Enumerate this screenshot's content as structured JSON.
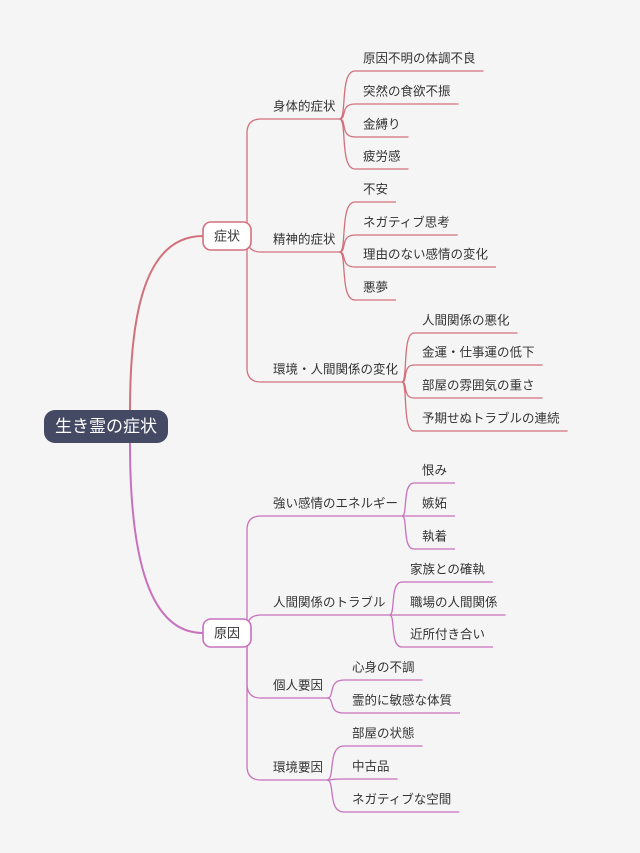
{
  "root": "生き霊の症状",
  "colors": {
    "background": "#f5f5f5",
    "root_fill": "#454a64",
    "symptoms_branch": "#d2707c",
    "causes_branch": "#c872bd"
  },
  "branches": [
    {
      "label": "症状",
      "children": [
        {
          "label": "身体的症状",
          "children": [
            "原因不明の体調不良",
            "突然の食欲不振",
            "金縛り",
            "疲労感"
          ]
        },
        {
          "label": "精神的症状",
          "children": [
            "不安",
            "ネガティブ思考",
            "理由のない感情の変化",
            "悪夢"
          ]
        },
        {
          "label": "環境・人間関係の変化",
          "children": [
            "人間関係の悪化",
            "金運・仕事運の低下",
            "部屋の雰囲気の重さ",
            "予期せぬトラブルの連続"
          ]
        }
      ]
    },
    {
      "label": "原因",
      "children": [
        {
          "label": "強い感情のエネルギー",
          "children": [
            "恨み",
            "嫉妬",
            "執着"
          ]
        },
        {
          "label": "人間関係のトラブル",
          "children": [
            "家族との確執",
            "職場の人間関係",
            "近所付き合い"
          ]
        },
        {
          "label": "個人要因",
          "children": [
            "心身の不調",
            "霊的に敏感な体質"
          ]
        },
        {
          "label": "環境要因",
          "children": [
            "部屋の状態",
            "中古品",
            "ネガティブな空間"
          ]
        }
      ]
    }
  ]
}
